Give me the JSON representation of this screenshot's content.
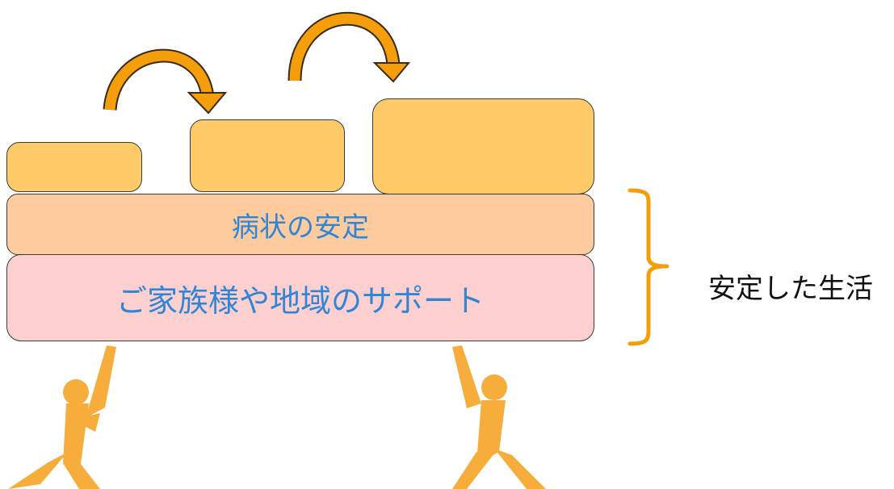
{
  "layers": {
    "stability_label": "病状の安定",
    "support_label": "ご家族様や地域のサポート"
  },
  "result": {
    "label": "安定した生活"
  },
  "colors": {
    "top_blocks": "#ffcb68",
    "stability_layer": "#fdcb9e",
    "support_layer": "#fecfcf",
    "layer_text": "#2f86d6",
    "arrow": "#f59e0b",
    "bracket": "#f59e0b",
    "figure": "#f6ad3c"
  },
  "icons": {
    "progress_arrows": "curved-arrow-icon",
    "bracket": "right-brace-icon",
    "supporters": "lifting-person-icon"
  }
}
